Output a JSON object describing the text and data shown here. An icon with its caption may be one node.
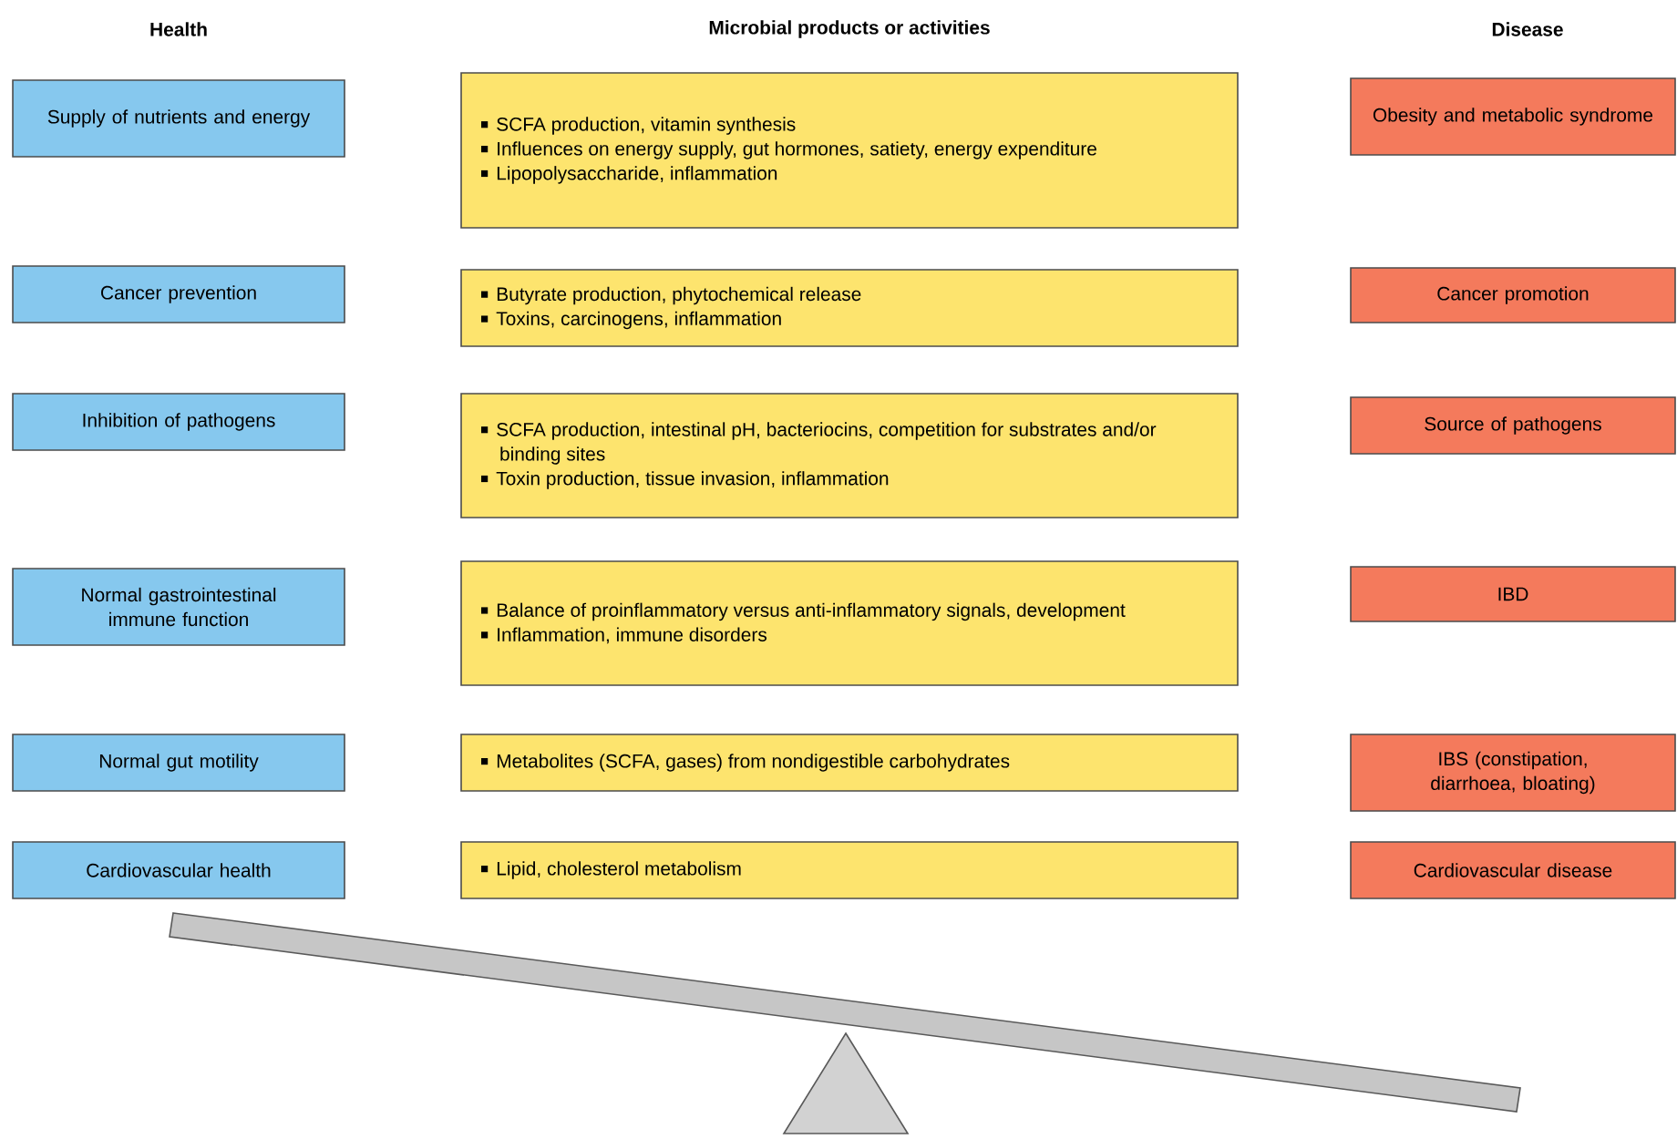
{
  "diagram": {
    "nodes": [
      {
        "text": [
          "Supply of nutrients and energy"
        ]
      },
      {
        "text": [
          "SCFA production, vitamin synthesis",
          "Influences on energy supply, gut hormones, satiety, energy expenditure",
          "Lipopolysaccharide, inflammation"
        ]
      },
      {
        "text": [
          "Obesity and metabolic syndrome"
        ]
      },
      {
        "text": [
          "Cancer prevention"
        ]
      },
      {
        "text": [
          "Butyrate production, phytochemical release",
          "Toxins, carcinogens, inflammation"
        ]
      },
      {
        "text": [
          "Cancer promotion"
        ]
      },
      {
        "text": [
          "Inhibition of pathogens"
        ]
      },
      {
        "text": [
          "SCFA production, intestinal pH, bacteriocins, competition for substrates and/or binding sites",
          "Toxin production, tissue invasion, inflammation"
        ]
      },
      {
        "text": [
          "Source of pathogens"
        ]
      },
      {
        "text": [
          "Normal gastrointestinal immune function"
        ]
      },
      {
        "text": [
          "Balance of proinflammatory versus anti-inflammatory signals, development",
          "Inflammation, immune disorders"
        ]
      },
      {
        "text": [
          "IBD"
        ]
      },
      {
        "text": [
          "Normal gut motility"
        ]
      },
      {
        "text": [
          "Metabolites (SCFA, gases) from nondigestible carbohydrates"
        ]
      },
      {
        "text": [
          "IBS (constipation, diarrhoea, bloating)"
        ]
      },
      {
        "text": [
          "Cardiovascular health"
        ]
      },
      {
        "text": [
          "Lipid, cholesterol metabolism"
        ]
      },
      {
        "text": [
          "Cardiovascular disease"
        ]
      }
    ],
    "edges": [],
    "labels": [
      "Health",
      "Microbial products or activities",
      "Disease"
    ]
  }
}
